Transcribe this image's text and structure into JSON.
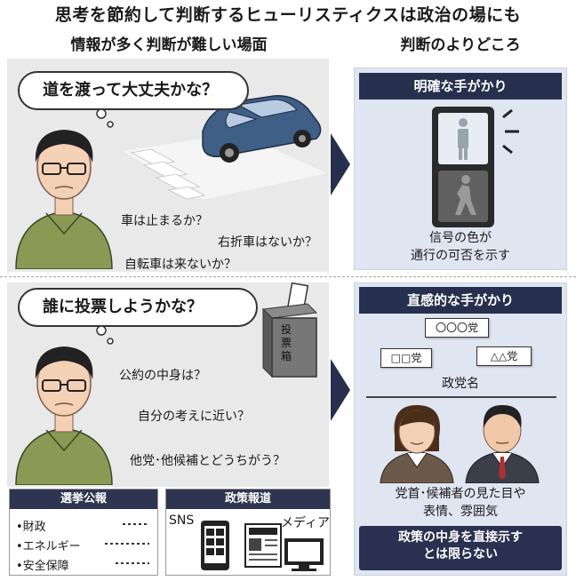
{
  "title": "思考を節約して判断するヒューリスティクスは政治の場にも",
  "headers": {
    "left": "情報が多く判断が難しい場面",
    "right": "判断のよりどころ"
  },
  "top": {
    "bubble": "道を渡って大丈夫かな？",
    "questions": [
      "車は止まるか？",
      "右折車はないか？",
      "自転車は来ないか？"
    ],
    "cue_title": "明確な手がかり",
    "cue_caption_1": "信号の色が",
    "cue_caption_2": "通行の可否を示す"
  },
  "bottom": {
    "bubble": "誰に投票しようかな？",
    "ballot_box_label": "投票箱",
    "questions": [
      "公約の中身は？",
      "自分の考えに近い？",
      "他党･他候補とどうちがう？"
    ],
    "cue_title": "直感的な手がかり",
    "party_tags": [
      "〇〇〇党",
      "□□党",
      "△△党"
    ],
    "party_label": "政党名",
    "people_caption_1": "党首･候補者の見た目や",
    "people_caption_2": "表情、雰囲気",
    "footer_1": "政策の中身を直接示す",
    "footer_2": "とは限らない"
  },
  "election_box": {
    "title": "選挙公報",
    "items": [
      "•財政",
      "•エネルギー",
      "•安全保障"
    ]
  },
  "news_box": {
    "title": "政策報道",
    "sns": "SNS",
    "media": "メディア"
  },
  "colors": {
    "navy": "#26304e",
    "panel_gray": "#e9e9ea",
    "panel_blue": "#dfe5f1",
    "car_blue": "#3f5f86"
  }
}
